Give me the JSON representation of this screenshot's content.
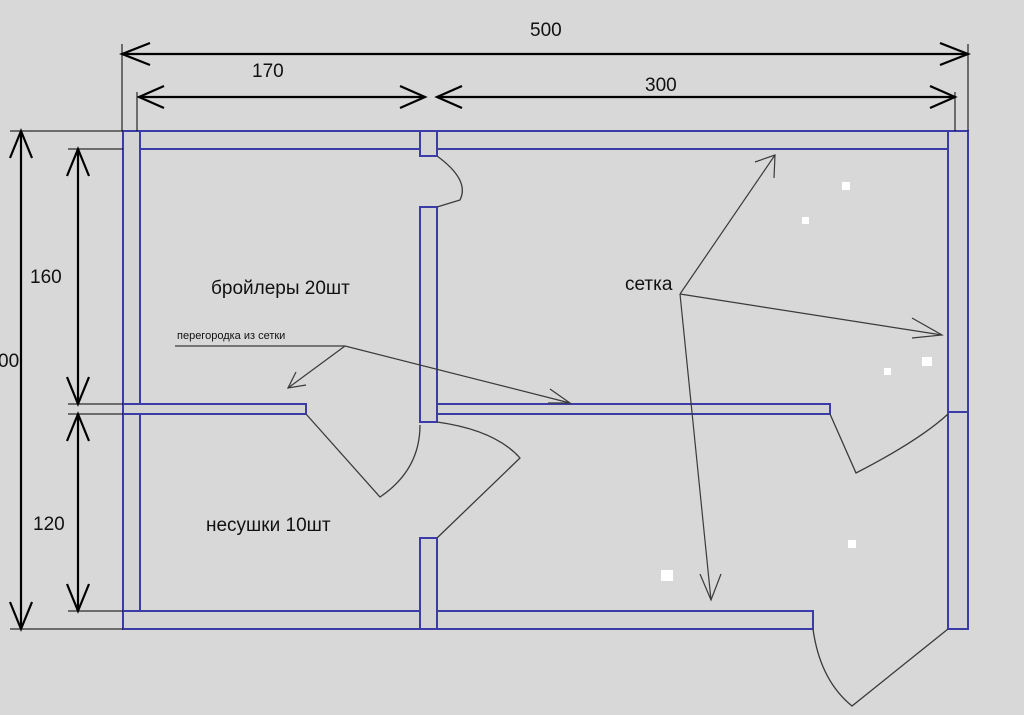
{
  "dimensions": {
    "total_width": "500",
    "left_width": "170",
    "right_width": "300",
    "total_height_partial": "00",
    "top_height": "160",
    "bottom_height": "120"
  },
  "rooms": {
    "broilers": "бройлеры 20шт",
    "layers": "несушки 10шт"
  },
  "annotations": {
    "mesh": "сетка",
    "mesh_partition": "перегородка из сетки"
  },
  "colors": {
    "background": "#d8d8d8",
    "wall": "#3c3ca8",
    "wall_fill": "#d4d4d4",
    "line": "#333333",
    "dimension": "#000000"
  }
}
